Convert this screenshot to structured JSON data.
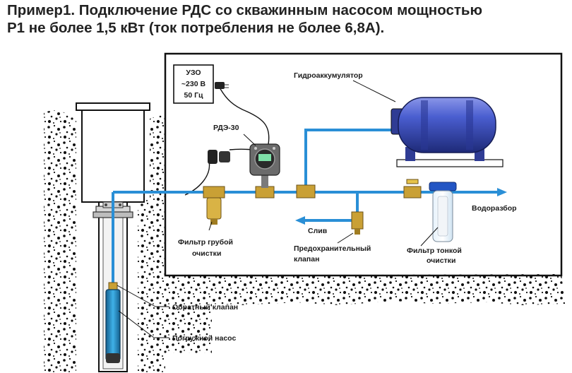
{
  "title": {
    "line1": "Пример1. Подключение РДС со скважинным насосом мощностью",
    "line2": "Р1 не более 1,5 кВт (ток потребления не более 6,8А)."
  },
  "uzo": {
    "line1": "УЗО",
    "line2": "~230 В",
    "line3": "50 Гц"
  },
  "labels": {
    "rde": "РДЭ-30",
    "accumulator": "Гидроаккумулятор",
    "water_outlet": "Водоразбор",
    "drain": "Слив",
    "coarse_filter_1": "Фильтр грубой",
    "coarse_filter_2": "очистки",
    "safety_valve_1": "Предохранительный",
    "safety_valve_2": "клапан",
    "fine_filter_1": "Фильтр тонкой",
    "fine_filter_2": "очистки",
    "check_valve": "Обратный клапан",
    "submersible_pump": "Погружной насос"
  },
  "colors": {
    "pipe": "#2a8fd6",
    "tank": "#3b4fb8",
    "brass": "#c9a035",
    "wall": "#111111"
  }
}
